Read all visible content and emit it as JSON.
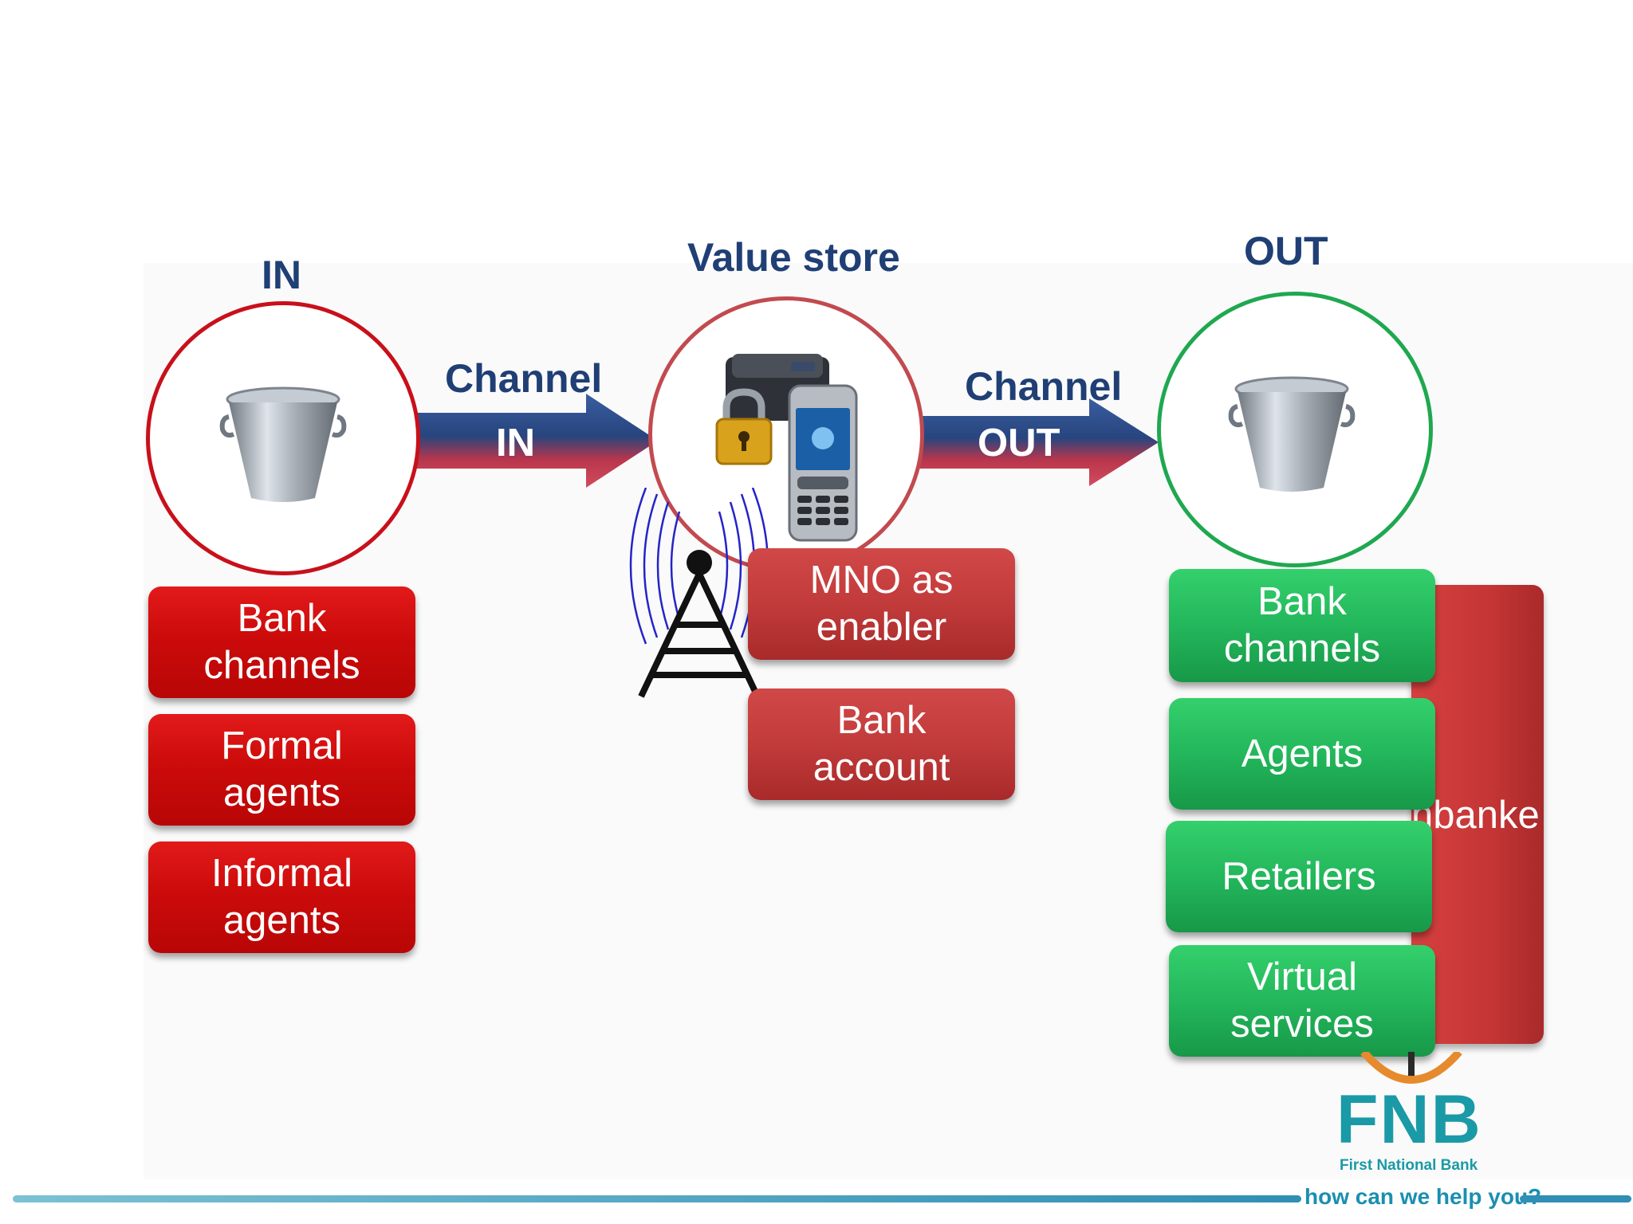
{
  "headers": {
    "in": "IN",
    "value_store": "Value store",
    "out": "OUT",
    "channel_in_title": "Channel",
    "channel_in_label": "IN",
    "channel_out_title": "Channel",
    "channel_out_label": "OUT"
  },
  "in_boxes": [
    "Bank\nchannels",
    "Formal\nagents",
    "Informal\nagents"
  ],
  "value_store_boxes": [
    "MNO as\nenabler",
    "Bank\naccount"
  ],
  "out_boxes": [
    "Bank\nchannels",
    "Agents",
    "Retailers",
    "Virtual\nservices"
  ],
  "behind_label": "nbanke",
  "logo": {
    "name": "FNB",
    "subtitle": "First National Bank",
    "tagline": "how can we help you?"
  },
  "colors": {
    "title_blue": "#1f3f75",
    "in_red": "#c8101a",
    "out_green": "#1fa84f",
    "logo_teal": "#1a9aa6"
  },
  "icons": [
    "bucket-icon",
    "wallet-icon",
    "padlock-icon",
    "mobile-phone-icon",
    "radio-tower-icon"
  ]
}
